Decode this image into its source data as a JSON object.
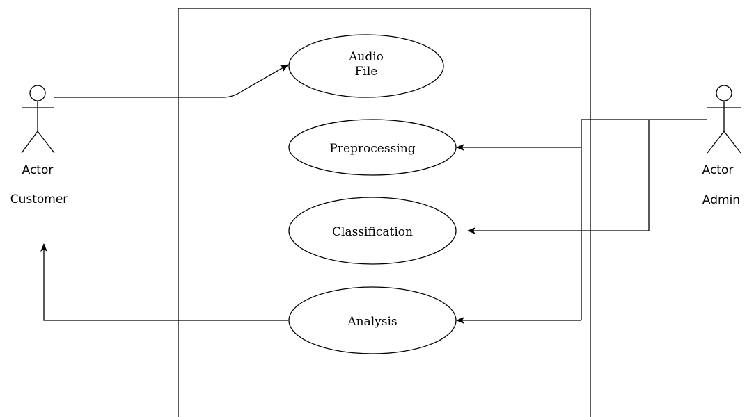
{
  "use_cases": [
    {
      "id": "audio-file",
      "lines": [
        "Audio",
        "File"
      ]
    },
    {
      "id": "preprocessing",
      "lines": [
        "Preprocessing"
      ]
    },
    {
      "id": "classification",
      "lines": [
        "Classification"
      ]
    },
    {
      "id": "analysis",
      "lines": [
        "Analysis"
      ]
    }
  ],
  "actors": {
    "customer": {
      "type": "Actor",
      "name": "Customer"
    },
    "admin": {
      "type": "Actor",
      "name": "Admin"
    }
  },
  "colors": {
    "stroke": "#000000",
    "background": "#ffffff"
  }
}
